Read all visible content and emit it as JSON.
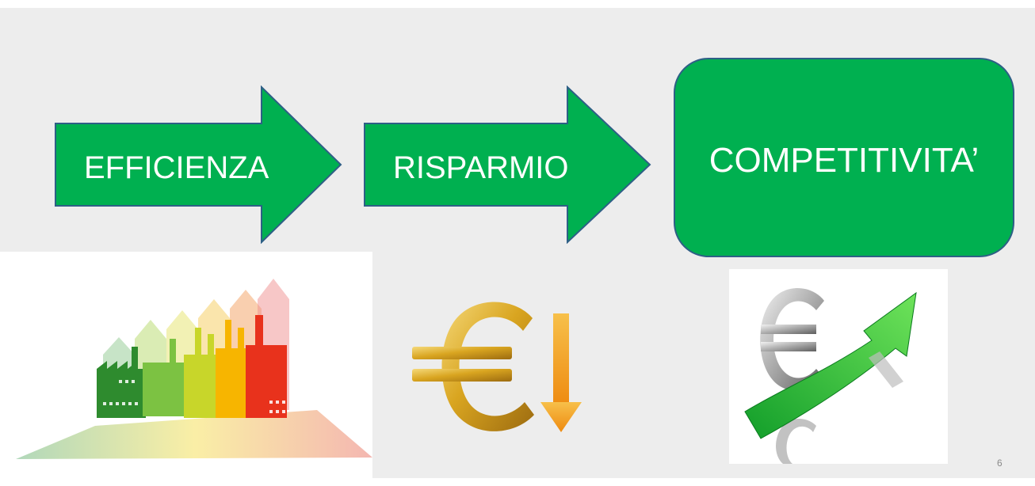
{
  "flow": {
    "step1_label": "EFFICIENZA",
    "step2_label": "RISPARMIO",
    "result_label": "COMPETITIVITA’"
  },
  "slide": {
    "page_number": "6"
  },
  "colors": {
    "green": "#00b050",
    "border_blue": "#2e5f86",
    "gold": "#d9a520",
    "orange_arrow": "#f2a21b",
    "background": "#ededed"
  },
  "images": {
    "left": "energy-efficiency-factory-illustration",
    "center": "euro-down-arrow-illustration",
    "right": "euro-up-green-arrow-illustration"
  }
}
